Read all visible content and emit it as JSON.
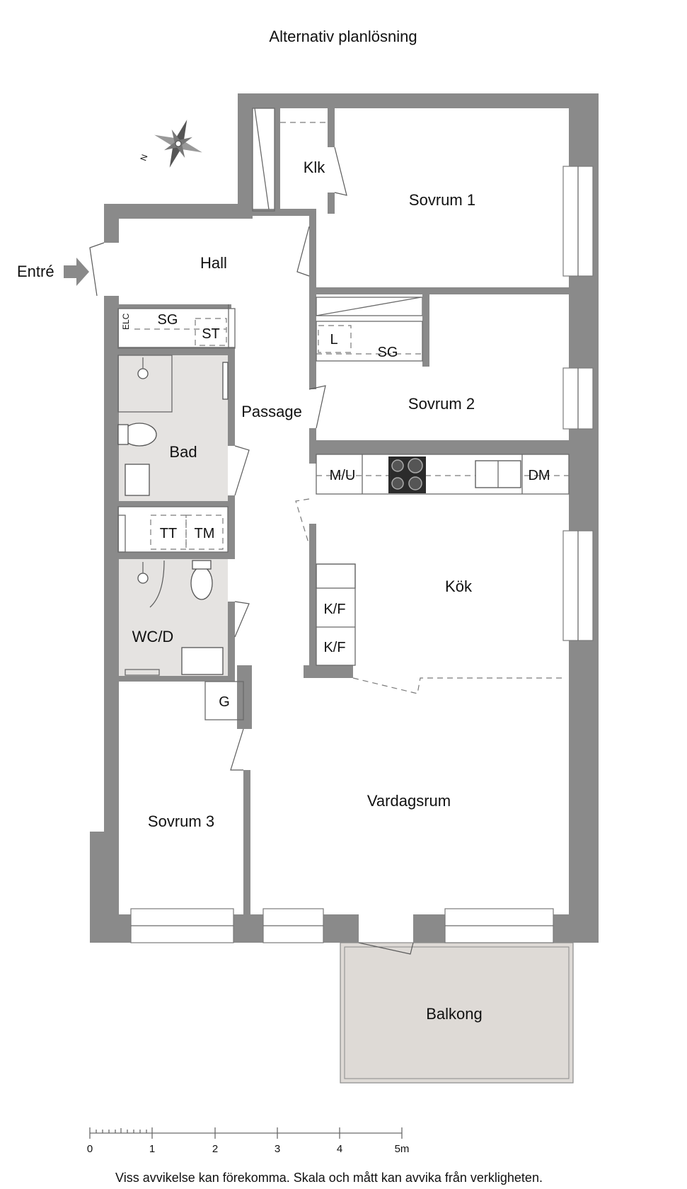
{
  "title": "Alternativ planlösning",
  "entrance_label": "Entré",
  "rooms": {
    "hall": "Hall",
    "klk": "Klk",
    "sovrum1": "Sovrum 1",
    "sovrum2": "Sovrum 2",
    "sovrum3": "Sovrum 3",
    "passage": "Passage",
    "bad": "Bad",
    "wcd": "WC/D",
    "kok": "Kök",
    "vardagsrum": "Vardagsrum",
    "balkong": "Balkong"
  },
  "fixtures": {
    "elc": "ELC",
    "sg_hall": "SG",
    "st": "ST",
    "l": "L",
    "sg_bed2": "SG",
    "mu": "M/U",
    "dm": "DM",
    "tt": "TT",
    "tm": "TM",
    "kf1": "K/F",
    "kf2": "K/F",
    "g": "G"
  },
  "compass": {
    "north_label": "N",
    "icon": "compass-rose-icon"
  },
  "scale_bar": {
    "labels": [
      "0",
      "1",
      "2",
      "3",
      "4",
      "5m"
    ]
  },
  "disclaimer": "Viss avvikelse kan förekomma. Skala och mått kan avvika från verkligheten.",
  "colors": {
    "wall": "#8a8a8a",
    "wet_room": "#e5e3e1",
    "balcony": "#dedad6"
  }
}
